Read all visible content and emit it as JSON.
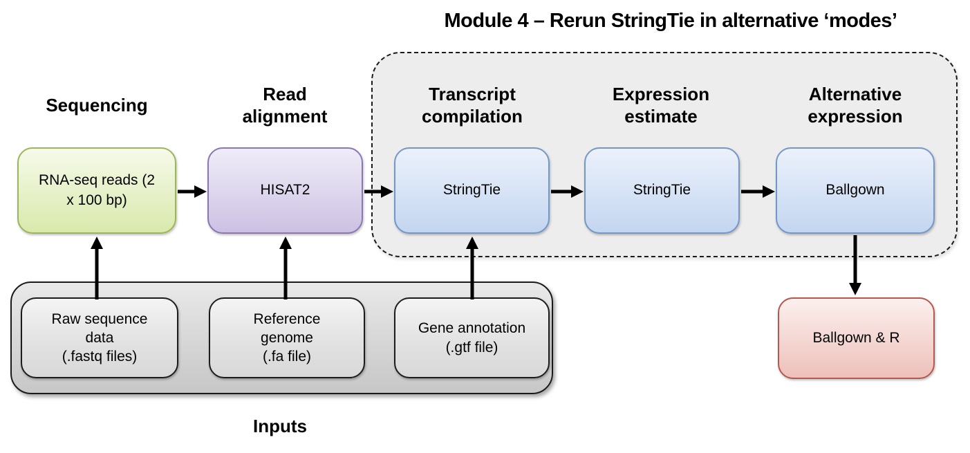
{
  "title": "Module 4 – Rerun StringTie in alternative ‘modes’",
  "stage_headers": [
    {
      "label": "Sequencing"
    },
    {
      "label": "Read\nalignment"
    },
    {
      "label": "Transcript\ncompilation"
    },
    {
      "label": "Expression\nestimate"
    },
    {
      "label": "Alternative\nexpression"
    }
  ],
  "pipeline_boxes": [
    {
      "label": "RNA-seq reads (2\nx 100 bp)",
      "fill_top": "#f6faea",
      "fill_bottom": "#d9e9ac",
      "border": "#9cb559"
    },
    {
      "label": "HISAT2",
      "fill_top": "#efedf8",
      "fill_bottom": "#cdc1e3",
      "border": "#8a77b1"
    },
    {
      "label": "StringTie",
      "fill_top": "#ecf1fb",
      "fill_bottom": "#c3d6f0",
      "border": "#7397c9"
    },
    {
      "label": "StringTie",
      "fill_top": "#ecf1fb",
      "fill_bottom": "#c3d6f0",
      "border": "#7397c9"
    },
    {
      "label": "Ballgown",
      "fill_top": "#ecf1fb",
      "fill_bottom": "#c3d6f0",
      "border": "#7397c9"
    }
  ],
  "inputs_group": {
    "caption": "Inputs",
    "boxes": [
      {
        "label": "Raw sequence\ndata\n(.fastq files)"
      },
      {
        "label": "Reference\ngenome\n(.fa file)"
      },
      {
        "label": "Gene annotation\n(.gtf file)"
      }
    ]
  },
  "result_box": {
    "label": "Ballgown & R",
    "fill_top": "#fbf0ee",
    "fill_bottom": "#eec0ba",
    "border": "#b3574f"
  },
  "module_region_colors": {
    "fill": "#ededed",
    "border": "#1a1a1a"
  },
  "arrow_color": "#000000"
}
